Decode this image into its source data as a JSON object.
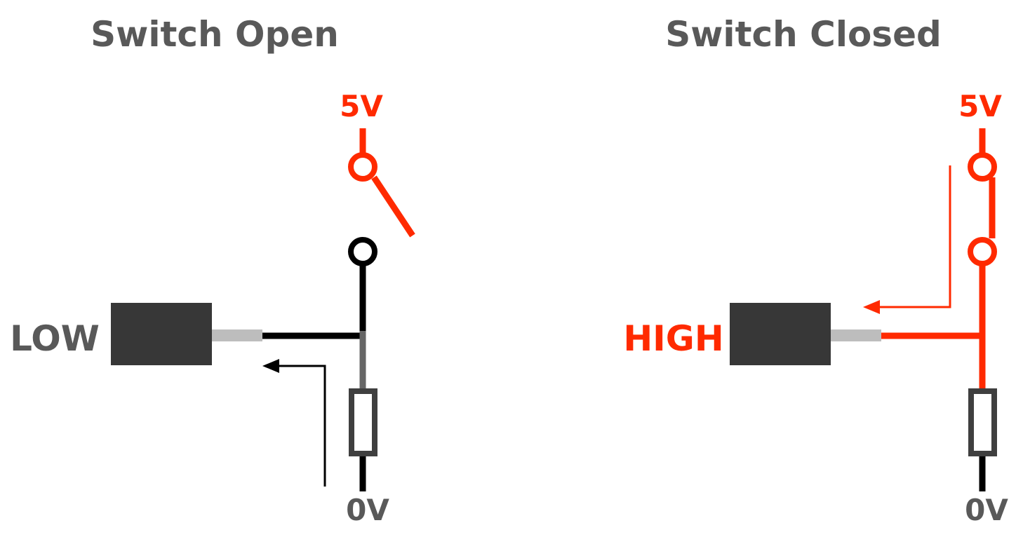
{
  "colors": {
    "text_gray": "#595959",
    "red": "#ff2a00",
    "black": "#000000",
    "resistor_gray": "#3f3f3f",
    "chip_fill": "#373737",
    "pin_gray": "#bdbdbd",
    "wire_gray": "#666666"
  },
  "panels": {
    "open": {
      "title": "Switch Open",
      "supply_label": "5V",
      "ground_label": "0V",
      "state_label": "LOW"
    },
    "closed": {
      "title": "Switch Closed",
      "supply_label": "5V",
      "ground_label": "0V",
      "state_label": "HIGH"
    }
  }
}
